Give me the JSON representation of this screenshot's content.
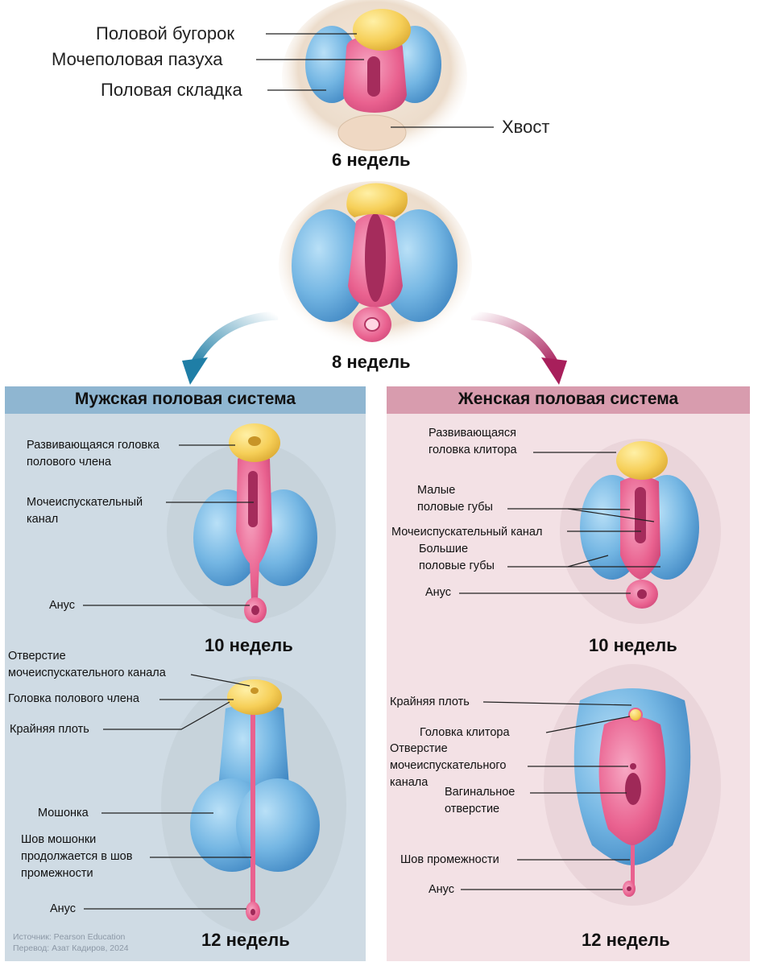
{
  "top_labels": {
    "genital_tubercle": "Половой бугорок",
    "urogenital_sinus": "Мочеполовая пазуха",
    "genital_fold": "Половая складка",
    "tail": "Хвост"
  },
  "stages": {
    "week6": "6 недель",
    "week8": "8 недель",
    "week10_male": "10 недель",
    "week12_male": "12 недель",
    "week10_female": "10 недель",
    "week12_female": "12 недель"
  },
  "male": {
    "title": "Мужская половая система",
    "w10": {
      "glans_line1": "Развивающаяся головка",
      "glans_line2": "полового члена",
      "urethra_line1": "Мочеиспускательный",
      "urethra_line2": "канал",
      "anus": "Анус"
    },
    "w12": {
      "opening_line1": "Отверстие",
      "opening_line2": "мочеиспускательного канала",
      "glans": "Головка полового члена",
      "foreskin": "Крайняя плоть",
      "scrotum": "Мошонка",
      "raphe_line1": "Шов мошонки",
      "raphe_line2": "продолжается в шов",
      "raphe_line3": "промежности",
      "anus": "Анус"
    }
  },
  "female": {
    "title": "Женская половая система",
    "w10": {
      "clitoris_line1": "Развивающаяся",
      "clitoris_line2": "головка клитора",
      "minora_line1": "Малые",
      "minora_line2": "половые губы",
      "urethra": "Мочеиспускательный канал",
      "majora_line1": "Большие",
      "majora_line2": "половые губы",
      "anus": "Анус"
    },
    "w12": {
      "prepuce": "Крайняя плоть",
      "clitoris": "Головка клитора",
      "opening_line1": "Отверстие",
      "opening_line2": "мочеиспускательного",
      "opening_line3": "канала",
      "vaginal_line1": "Вагинальное",
      "vaginal_line2": "отверстие",
      "perineal_raphe": "Шов промежности",
      "anus": "Анус"
    }
  },
  "source": {
    "line1": "Источник: Pearson Education",
    "line2": "Перевод: Азат Кадиров, 2024"
  },
  "colors": {
    "male_panel": "#cfdbe4",
    "male_header": "#8fb6d1",
    "female_panel": "#f3e1e5",
    "female_header": "#d89cae",
    "blue_fold": "#6fb3e2",
    "pink_tissue": "#e95f90",
    "yellow_tubercle": "#f5cf5a",
    "skin": "#efe2d4"
  }
}
